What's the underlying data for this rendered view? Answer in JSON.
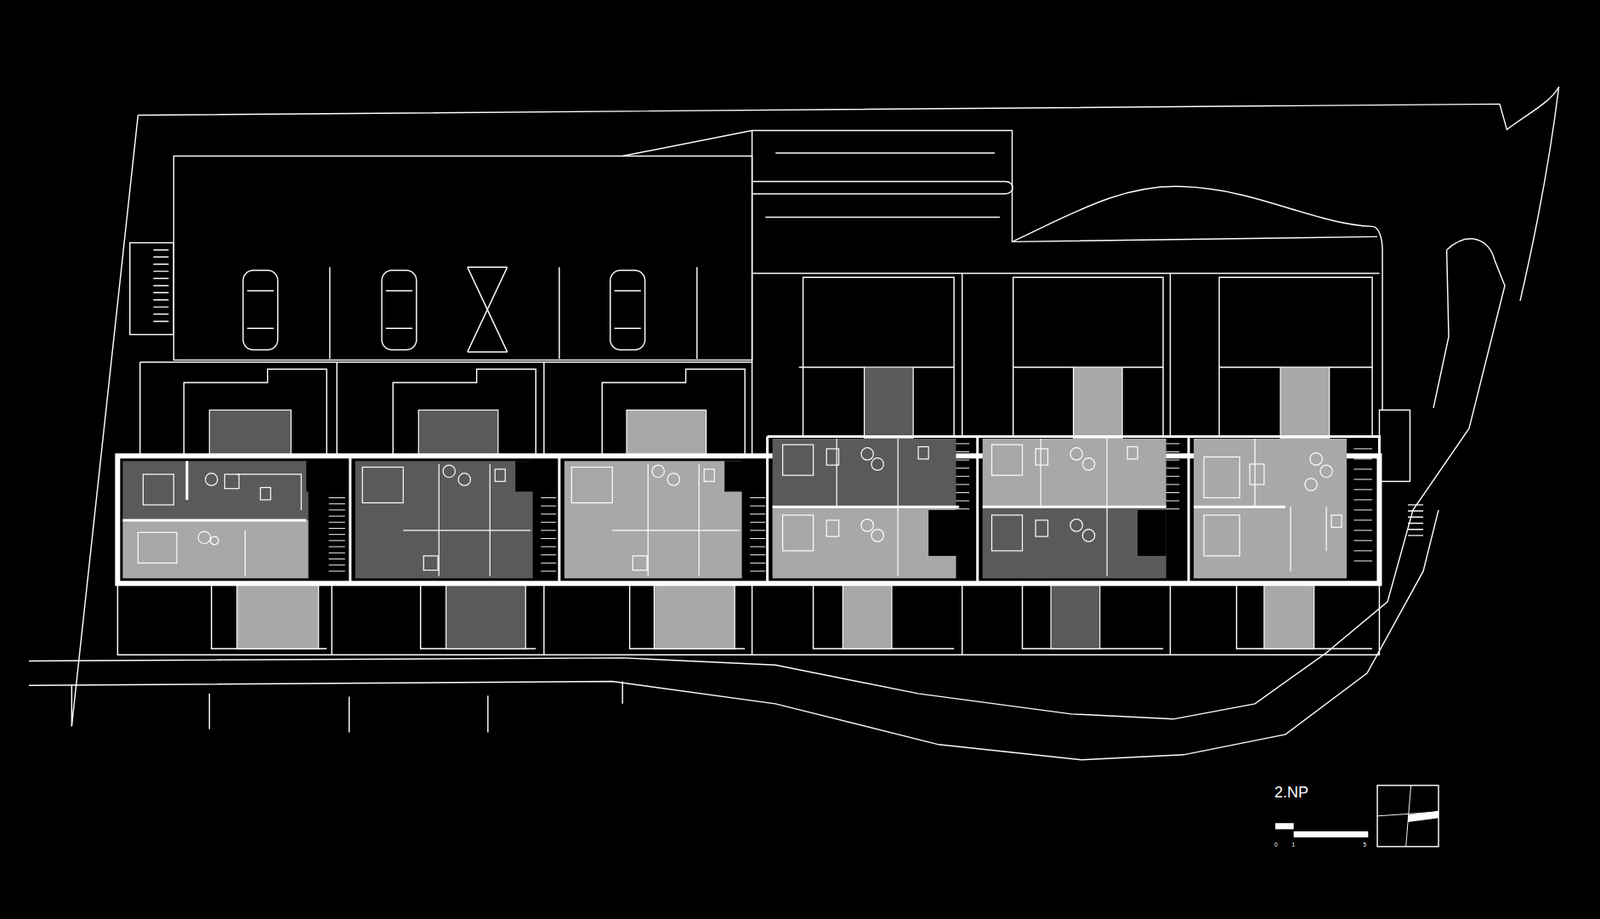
{
  "diagram": {
    "labels": [
      "2.NP",
      "0",
      "1",
      "5"
    ]
  }
}
